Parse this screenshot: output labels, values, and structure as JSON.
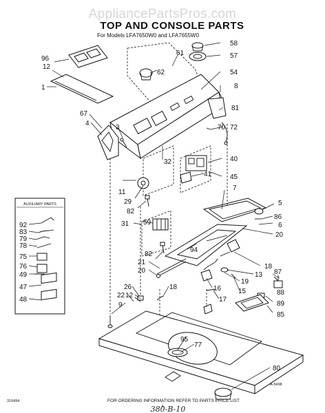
{
  "watermark": "AppliancePartsPros.com",
  "title": "TOP AND CONSOLE PARTS",
  "subtitle": "For Models LFA7650W0 and LFA7655W0",
  "auxiliary_title": "AUXILIARY PARTS",
  "callouts": {
    "c96": "96",
    "c12": "12",
    "c1": "1",
    "c61": "61",
    "c62": "62",
    "c58": "58",
    "c57": "57",
    "c54": "54",
    "c8": "8",
    "c67": "67",
    "c4": "4",
    "c3": "3",
    "c81": "81",
    "c70": "70",
    "c72": "72",
    "c40": "40",
    "c32": "32",
    "c41": "41",
    "c45": "45",
    "c11": "11",
    "c29": "29",
    "c7": "7",
    "c82a": "82",
    "c5": "5",
    "c86": "86",
    "c6": "6",
    "c20a": "20",
    "c31": "31",
    "c59": "59",
    "c94": "94",
    "c82b": "82",
    "c21": "21",
    "c18a": "18",
    "c20b": "20",
    "c13": "13",
    "c19": "19",
    "c15": "15",
    "c16": "16",
    "c17": "17",
    "c26": "26",
    "c18b": "18",
    "c12b": "12",
    "c22": "22",
    "c9": "9",
    "c87": "87",
    "c88": "88",
    "c89": "89",
    "c85": "85",
    "c95": "95",
    "c77": "77",
    "c80": "80",
    "c92": "92",
    "c83": "83",
    "c79": "79",
    "c78": "78",
    "c75": "75",
    "c76": "76",
    "c49": "49",
    "c47": "47",
    "c48": "48"
  },
  "ordering_note": "FOR ORDERING INFORMATION REFER TO PARTS PRICE LIST",
  "ref_code": "A-5498",
  "bottom_left_code": "316494",
  "page_number": "4",
  "handwritten": "380-B-10"
}
